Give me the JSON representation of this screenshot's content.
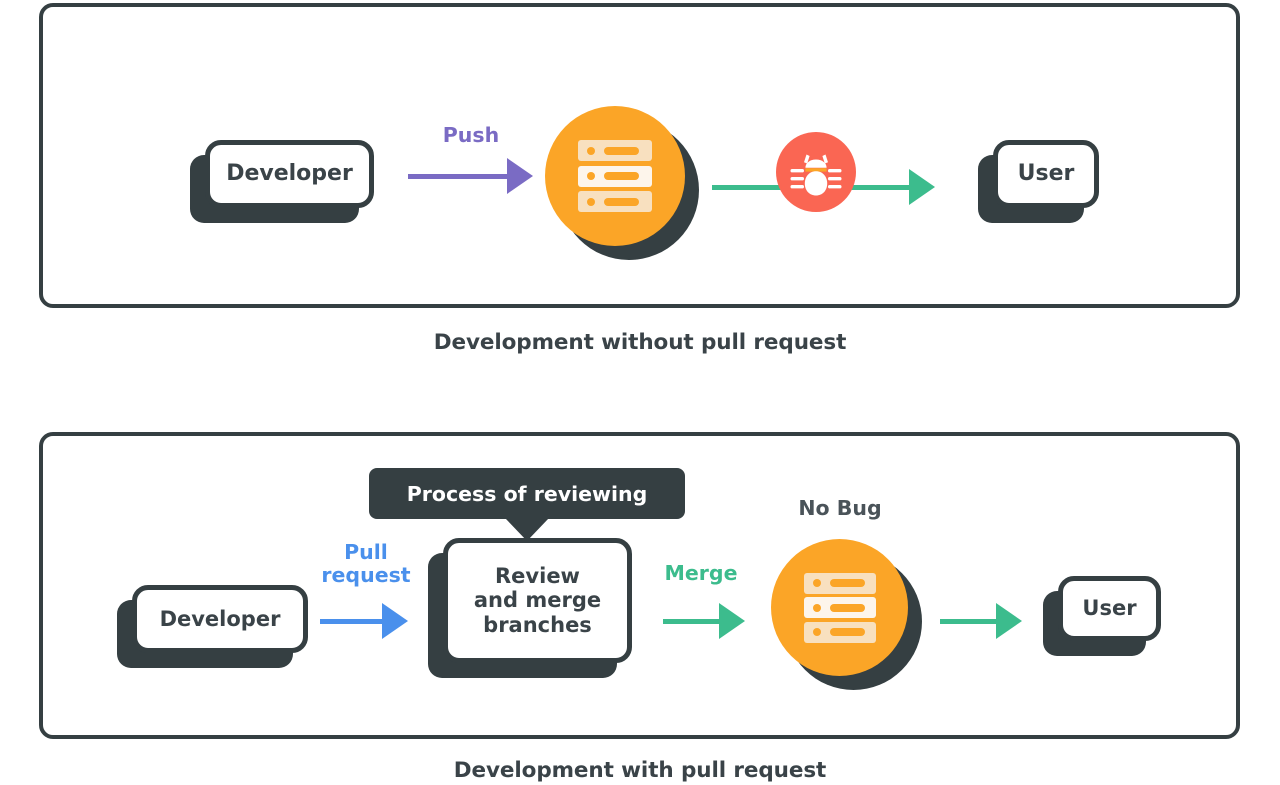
{
  "diagram": {
    "title_top": "Development without pull request",
    "title_bottom": "Development with pull request",
    "colors": {
      "dark": "#353F42",
      "orange": "#FBA527",
      "coral": "#FA6653",
      "green": "#3CBC8D",
      "purple": "#7A6BC4",
      "blue": "#4A90EC",
      "text": "#3A4348"
    }
  },
  "top_flow": {
    "developer": {
      "label": "Developer",
      "icon": "developer-box-icon"
    },
    "push_arrow": {
      "label": "Push",
      "icon": "arrow-right-icon",
      "color": "#7A6BC4"
    },
    "server": {
      "icon": "server-icon",
      "color": "#FBA527"
    },
    "bug": {
      "icon": "bug-icon",
      "color": "#FA6653"
    },
    "deliver_arrow": {
      "label": "",
      "icon": "arrow-right-icon",
      "color": "#3CBC8D"
    },
    "user": {
      "label": "User",
      "icon": "user-box-icon"
    }
  },
  "bottom_flow": {
    "developer": {
      "label": "Developer",
      "icon": "developer-box-icon"
    },
    "pull_arrow": {
      "label": "Pull\nrequest",
      "label_line1": "Pull",
      "label_line2": "request",
      "icon": "arrow-right-icon",
      "color": "#4A90EC"
    },
    "tooltip": {
      "label": "Process of reviewing"
    },
    "review": {
      "label": "Review and merge branches",
      "line1": "Review",
      "line2": "and merge",
      "line3": "branches"
    },
    "merge_arrow": {
      "label": "Merge",
      "icon": "arrow-right-icon",
      "color": "#3CBC8D"
    },
    "no_bug": {
      "label": "No Bug"
    },
    "server": {
      "icon": "server-icon",
      "color": "#FBA527"
    },
    "deliver_arrow": {
      "label": "",
      "icon": "arrow-right-icon",
      "color": "#3CBC8D"
    },
    "user": {
      "label": "User",
      "icon": "user-box-icon"
    }
  }
}
